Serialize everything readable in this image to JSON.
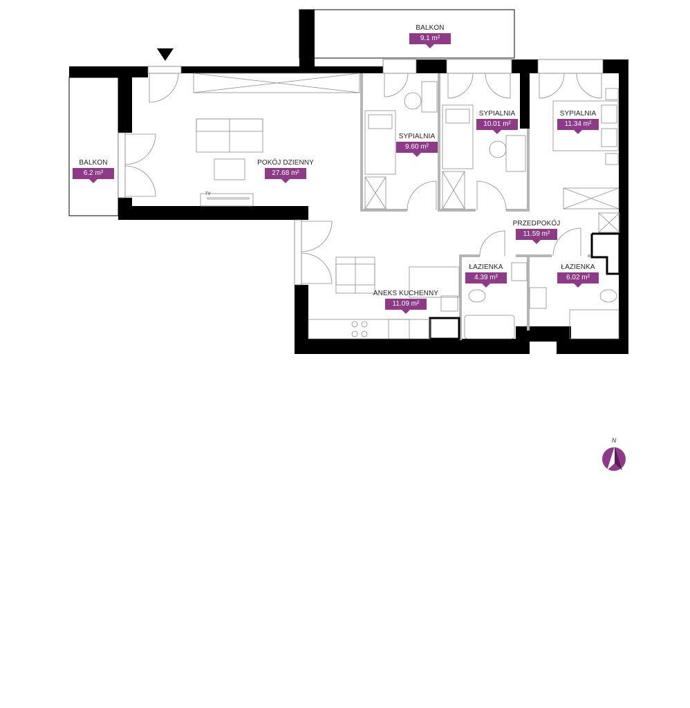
{
  "colors": {
    "accent": "#8e3a89",
    "wall": "#000000",
    "partition": "#b5b5b5",
    "furniture": "#8a8a8a"
  },
  "rooms": [
    {
      "id": "balkon-top",
      "name": "BALKON",
      "area": "9.1 m²"
    },
    {
      "id": "balkon-left",
      "name": "BALKON",
      "area": "6.2 m²"
    },
    {
      "id": "pokoj-dzienny",
      "name": "POKÓJ DZIENNY",
      "area": "27.68 m²"
    },
    {
      "id": "sypialnia-1",
      "name": "SYPIALNIA",
      "area": "9.60 m²"
    },
    {
      "id": "sypialnia-2",
      "name": "SYPIALNIA",
      "area": "10.01 m²"
    },
    {
      "id": "sypialnia-3",
      "name": "SYPIALNIA",
      "area": "11.34 m²"
    },
    {
      "id": "przedpokoj",
      "name": "PRZEDPOKÓJ",
      "area": "11.59 m²"
    },
    {
      "id": "lazienka-1",
      "name": "ŁAZIENKA",
      "area": "4.39 m²"
    },
    {
      "id": "lazienka-2",
      "name": "ŁAZIENKA",
      "area": "6.02 m²"
    },
    {
      "id": "aneks-kuchenny",
      "name": "ANEKS KUCHENNY",
      "area": "11.09 m²"
    }
  ],
  "furniture_labels": {
    "tv": "TV"
  },
  "compass": {
    "label": "N",
    "icon": "compass-north-icon"
  },
  "entrance_marker": {
    "icon": "entrance-arrow-icon"
  }
}
